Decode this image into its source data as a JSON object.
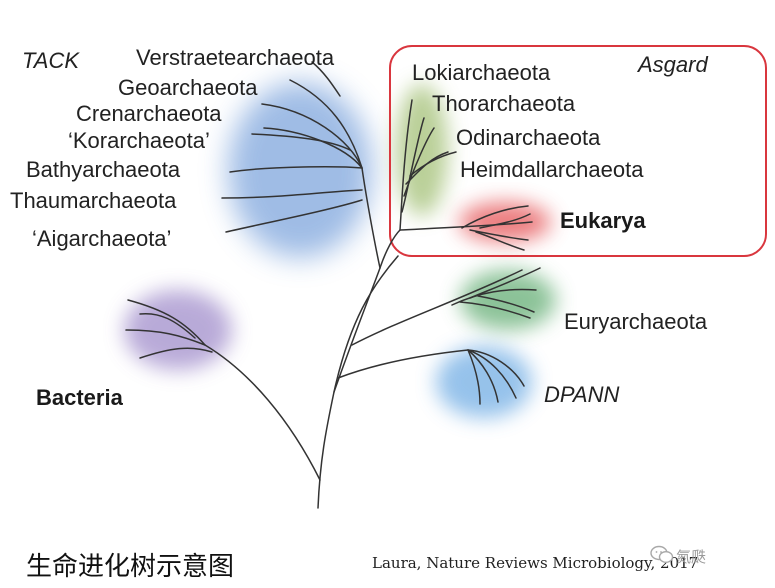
{
  "groups": {
    "tack": "TACK",
    "asgard": "Asgard"
  },
  "tack_phyla": [
    "Verstraetearchaeota",
    "Geoarchaeota",
    "Crenarchaeota",
    "‘Korarchaeota’",
    "Bathyarchaeota",
    "Thaumarchaeota",
    "‘Aigarchaeota’"
  ],
  "asgard_phyla": [
    "Lokiarchaeota",
    "Thorarchaeota",
    "Odinarchaeota",
    "Heimdallarchaeota"
  ],
  "domains": {
    "eukarya": "Eukarya",
    "bacteria": "Bacteria"
  },
  "archaea_groups": {
    "euryarchaeota": "Euryarchaeota",
    "dpann": "DPANN"
  },
  "colors": {
    "tack": "#7fa6dd",
    "asgard": "#a9c47f",
    "eukarya": "#e8676b",
    "euryarchaeota": "#6fb47f",
    "dpann": "#7cb3e6",
    "bacteria": "#a795cf",
    "asgard_box": "#d9363e",
    "branch": "#333333"
  },
  "caption": "生命进化树示意图",
  "citation": "Laura, Nature Reviews Microbiology, 2017",
  "watermark": "氮瓞",
  "watermark_icon": "wechat-icon"
}
